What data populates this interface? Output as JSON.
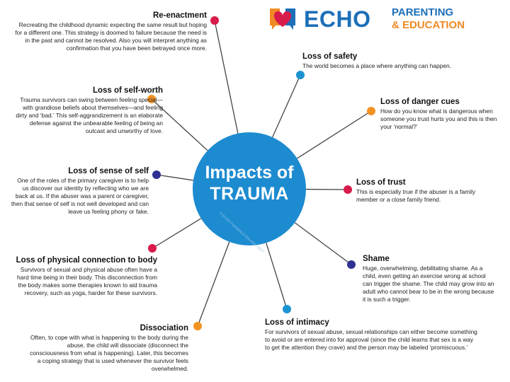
{
  "logo": {
    "name": "ECHO",
    "line1": "PARENTING",
    "line2": "& EDUCATION"
  },
  "hub": {
    "line1": "Impacts of",
    "line2": "TRAUMA",
    "watermark": "© ECHO Parenting & Education 2017",
    "color": "#1d8bd0"
  },
  "colors": {
    "pink": "#d81b4a",
    "blue": "#1b93d2",
    "orange": "#f29222",
    "navy": "#2e3192",
    "spoke": "#444444"
  },
  "nodes": [
    {
      "title": "Re-enactment",
      "body": "Recreating the childhood dynamic expecting the same result but hoping for a different one. This strategy is doomed to failure because the need is in the past and cannot be resolved. Also you will interpret anything as confirmation that you have been betrayed once more.",
      "dot": "pink"
    },
    {
      "title": "Loss of safety",
      "body": "The world becomes a place where anything can happen.",
      "dot": "blue"
    },
    {
      "title": "Loss of self-worth",
      "body": "Trauma survivors can swing between feeling special—with grandiose beliefs about themselves—and feeling dirty and ‘bad.’ This self-aggrandizement is an elaborate defense against the unbearable feeling of being an outcast and unworthy of love.",
      "dot": "orange"
    },
    {
      "title": "Loss of danger cues",
      "body": "How do you know what is dangerous when someone you trust hurts you and this is then your ‘normal?’",
      "dot": "orange"
    },
    {
      "title": "Loss of sense of self",
      "body": "One of the roles of the primary caregiver is to help us discover our identity by reflecting who we are back at us. If the abuser was a parent or caregiver, then that sense of self is not well developed and can leave us feeling phony or fake.",
      "dot": "navy"
    },
    {
      "title": "Loss of trust",
      "body": "This is especially true if the abuser is a family member or a close family friend.",
      "dot": "pink"
    },
    {
      "title": "Loss of physical connection to body",
      "body": "Survivors of sexual and physical abuse often have a hard time being in their body. This disconnection from the body makes some therapies known to aid trauma recovery, such as yoga, harder for these survivors.",
      "dot": "pink"
    },
    {
      "title": "Shame",
      "body": "Huge, overwhelming, debilitating shame. As a child, even getting an exercise wrong at school can trigger the shame. The child may grow into an adult who cannot bear to be in the wrong because it is such a trigger.",
      "dot": "navy"
    },
    {
      "title": "Loss of intimacy",
      "body": "For survivors of sexual abuse, sexual relationships can either become something to avoid or are entered into for approval (since the child learns that sex is a way to get the attention they crave) and the person may be labeled ‘promiscuous.’",
      "dot": "blue"
    },
    {
      "title": "Dissociation",
      "body": "Often, to cope with what is happening to the body during the abuse, the child will dissociate (disconnect the consciousness from what is happening). Later, this becomes a coping strategy that is used whenever the survivor feels overwhelmed.",
      "dot": "orange"
    }
  ]
}
